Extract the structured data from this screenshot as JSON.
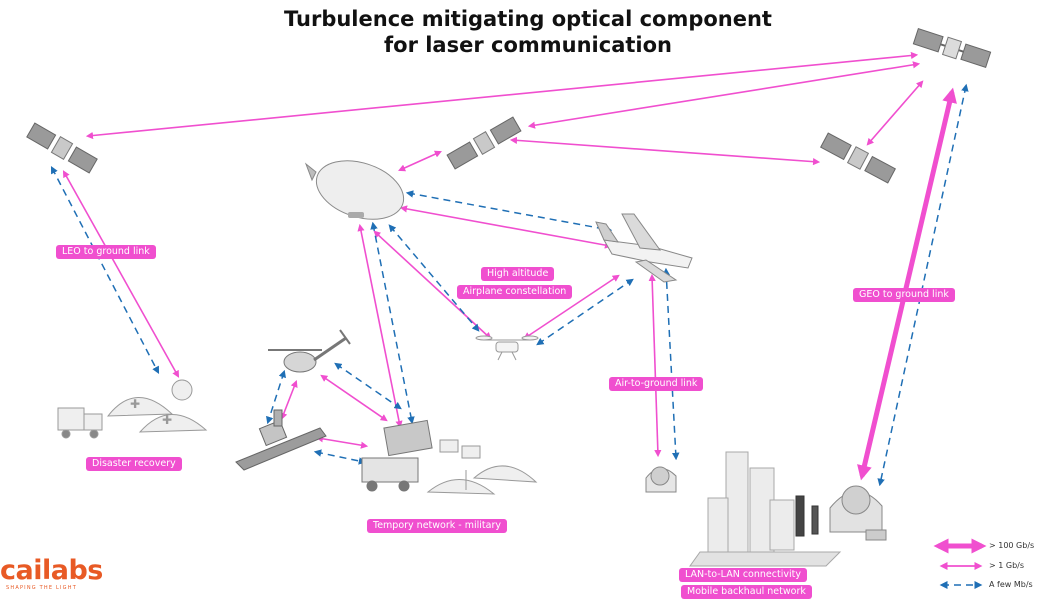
{
  "title_line1": "Turbulence mitigating optical component",
  "title_line2": "for laser communication",
  "labels": {
    "leo": "LEO to ground link",
    "high_altitude": "High altitude",
    "airplane_constellation": "Airplane constellation",
    "geo": "GEO to ground link",
    "air_to_ground": "Air-to-ground link",
    "disaster": "Disaster recovery",
    "military": "Tempory network - military",
    "lan": "LAN-to-LAN connectivity",
    "mobile": "Mobile backhaul network"
  },
  "legend": [
    {
      "label": "> 100 Gb/s",
      "style": "thick-solid"
    },
    {
      "label": "> 1 Gb/s",
      "style": "thin-solid"
    },
    {
      "label": "A few Mb/s",
      "style": "dashed"
    }
  ],
  "brand": {
    "name": "cailabs",
    "tagline": "SHAPING THE LIGHT"
  },
  "colors": {
    "pink": "#f04fcf",
    "blue": "#1f6fb5",
    "orange": "#e85a25"
  }
}
